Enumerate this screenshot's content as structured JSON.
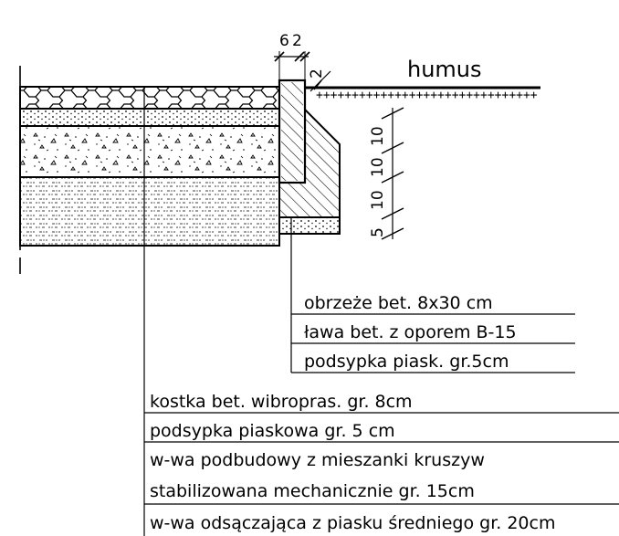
{
  "drawing": {
    "top_dims": [
      "6",
      "2"
    ],
    "curb_gap_dim": "2",
    "right_dims": [
      "10",
      "10",
      "10",
      "5"
    ],
    "soil_label": "humus"
  },
  "curb_callouts": [
    "obrzeże bet. 8x30 cm",
    "ława bet. z oporem B-15",
    "podsypka piask. gr.5cm"
  ],
  "pavement_callouts": [
    "kostka bet. wibropras. gr. 8cm",
    "podsypka piaskowa gr. 5 cm",
    "w-wa podbudowy z mieszanki kruszyw",
    "stabilizowana mechanicznie gr. 15cm",
    "w-wa odsączająca z piasku średniego gr. 20cm"
  ]
}
